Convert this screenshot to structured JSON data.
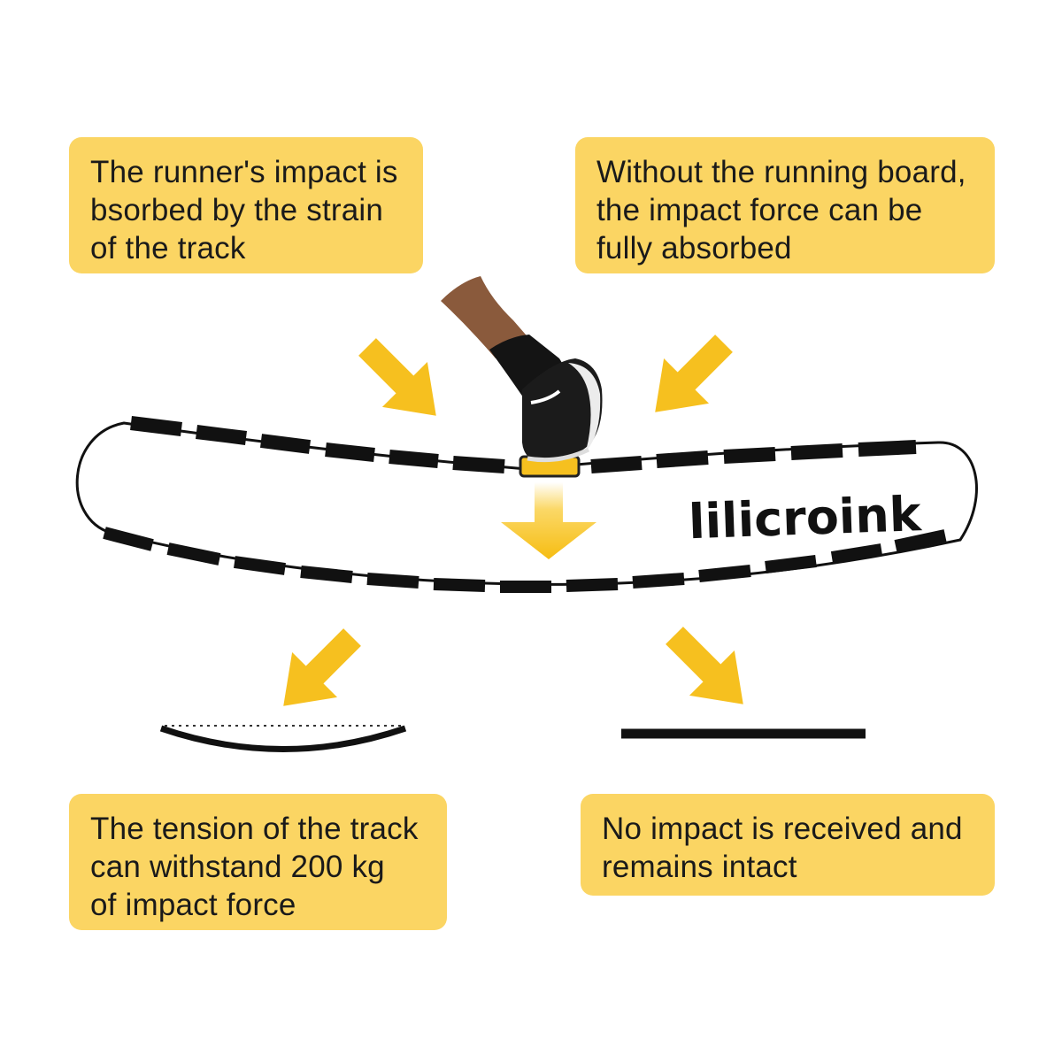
{
  "callouts": {
    "top_left": [
      "The runner's impact is",
      "bsorbed by the strain",
      "of the track"
    ],
    "top_right": [
      "Without the running board,",
      "the impact force can be",
      "fully absorbed"
    ],
    "bottom_left": [
      "The tension of the track",
      "can withstand 200 kg",
      "of impact force"
    ],
    "bottom_right": [
      "No impact is received and",
      "remains intact"
    ]
  },
  "brand": {
    "logo_text": "lilicroink"
  },
  "colors": {
    "callout_bg": "#fbd563",
    "arrow": "#f6c01f",
    "track": "#111111"
  },
  "icons": [
    "down-right-arrow-icon",
    "down-left-arrow-icon",
    "down-arrow-icon",
    "runner-shoe-icon"
  ]
}
